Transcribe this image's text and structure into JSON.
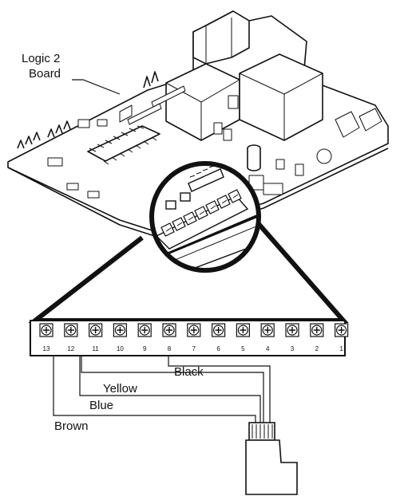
{
  "callout": {
    "line1": "Logic 2",
    "line2": "Board"
  },
  "terminals": [
    "13",
    "12",
    "11",
    "10",
    "9",
    "8",
    "7",
    "6",
    "5",
    "4",
    "3",
    "2",
    "1"
  ],
  "wires": [
    {
      "label": "Black",
      "terminal": "8"
    },
    {
      "label": "Yellow",
      "terminal": "11"
    },
    {
      "label": "Blue",
      "terminal": "12"
    },
    {
      "label": "Brown",
      "terminal": "13"
    }
  ]
}
